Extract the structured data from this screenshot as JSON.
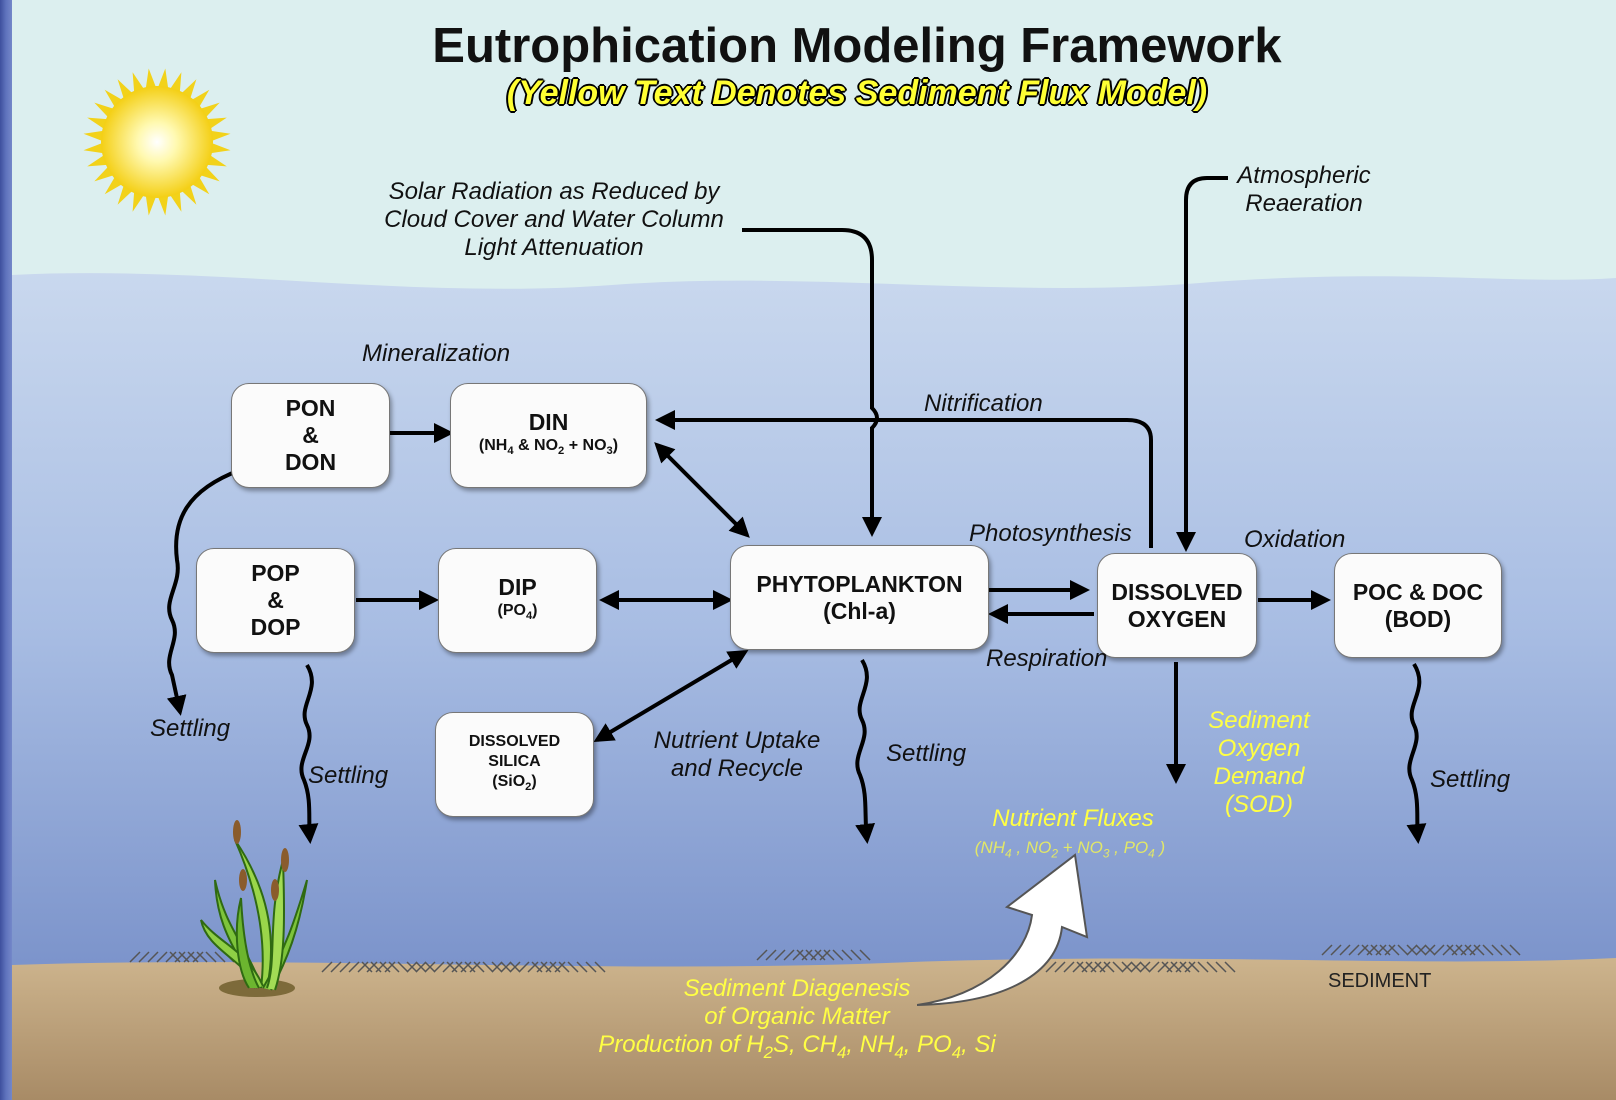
{
  "title": "Eutrophication Modeling Framework",
  "subtitle": "(Yellow Text Denotes Sediment Flux Model)",
  "boxes": {
    "pon_don": [
      "PON",
      "&",
      "DON"
    ],
    "din": {
      "name": "DIN",
      "detail_html": "(NH<sub>4</sub> & NO<sub>2</sub> + NO<sub>3</sub>)"
    },
    "pop_dop": [
      "POP",
      "&",
      "DOP"
    ],
    "dip": {
      "name": "DIP",
      "detail_html": "(PO<sub>4</sub>)"
    },
    "silica": {
      "line1": "DISSOLVED",
      "line2": "SILICA",
      "detail_html": "(SiO<sub>2</sub>)"
    },
    "phyto": {
      "line1": "PHYTOPLANKTON",
      "line2": "(Chl-a)"
    },
    "oxygen": {
      "line1": "DISSOLVED",
      "line2": "OXYGEN"
    },
    "poc_doc": {
      "line1": "POC & DOC",
      "line2": "(BOD)"
    }
  },
  "labels": {
    "solar": [
      "Solar Radiation as Reduced by",
      "Cloud Cover and Water Column",
      "Light Attenuation"
    ],
    "atmospheric": [
      "Atmospheric",
      "Reaeration"
    ],
    "mineralization": "Mineralization",
    "nitrification": "Nitrification",
    "photosynthesis": "Photosynthesis",
    "oxidation": "Oxidation",
    "respiration": "Respiration",
    "nutrient_uptake": [
      "Nutrient Uptake",
      "and Recycle"
    ],
    "settling": "Settling",
    "sediment": "SEDIMENT"
  },
  "yellow_labels": {
    "sod": [
      "Sediment",
      "Oxygen",
      "Demand",
      "(SOD)"
    ],
    "nutrient_fluxes": "Nutrient Fluxes",
    "nutrient_fluxes_detail_html": "(NH<sub>4</sub> , NO<sub>2</sub> + NO<sub>3</sub> , PO<sub>4</sub> )",
    "diagenesis_1": "Sediment Diagenesis",
    "diagenesis_2": "of Organic Matter",
    "diagenesis_3_html": "Production of H<sub>2</sub>S, CH<sub>4</sub>, NH<sub>4</sub>, PO<sub>4</sub>, Si"
  },
  "colors": {
    "sky": "#dbefee",
    "water_top": "#c7d6ec",
    "water_bottom": "#7a93c9",
    "sediment": "#bfa47f",
    "yellow_text": "#ffff44"
  },
  "icons": [
    "sun-icon",
    "seagrass-icon",
    "flux-arrow-icon"
  ]
}
